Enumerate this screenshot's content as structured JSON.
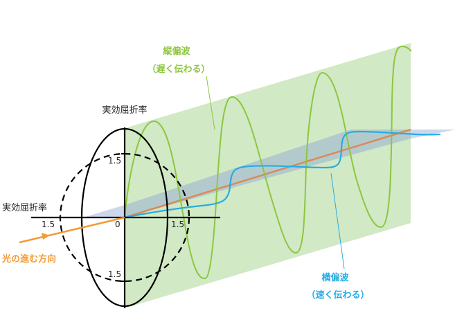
{
  "title": "Birefringence: ordinary and extraordinary polarized waves",
  "colors": {
    "green_wave": "#8dc63f",
    "green_plane": "#cfe8c2",
    "blue_wave": "#29abe2",
    "blue_plane": "#9fb0d8",
    "light_ray": "#f39a36",
    "axis_ray": "#d98a5a",
    "axes": "#000000"
  },
  "labels": {
    "longitudinal_wave": "縦偏波",
    "longitudinal_wave_note": "（遅く伝わる）",
    "transverse_wave": "横偏波",
    "transverse_wave_note": "（速く伝わる）",
    "light_direction": "光の進む方向",
    "vertical_axis": "実効屈折率",
    "horizontal_axis": "実効屈折率"
  },
  "ticks": {
    "origin": "0",
    "right": "1.5",
    "left": "1.5",
    "top": "1.5",
    "bottom": "1.5"
  }
}
